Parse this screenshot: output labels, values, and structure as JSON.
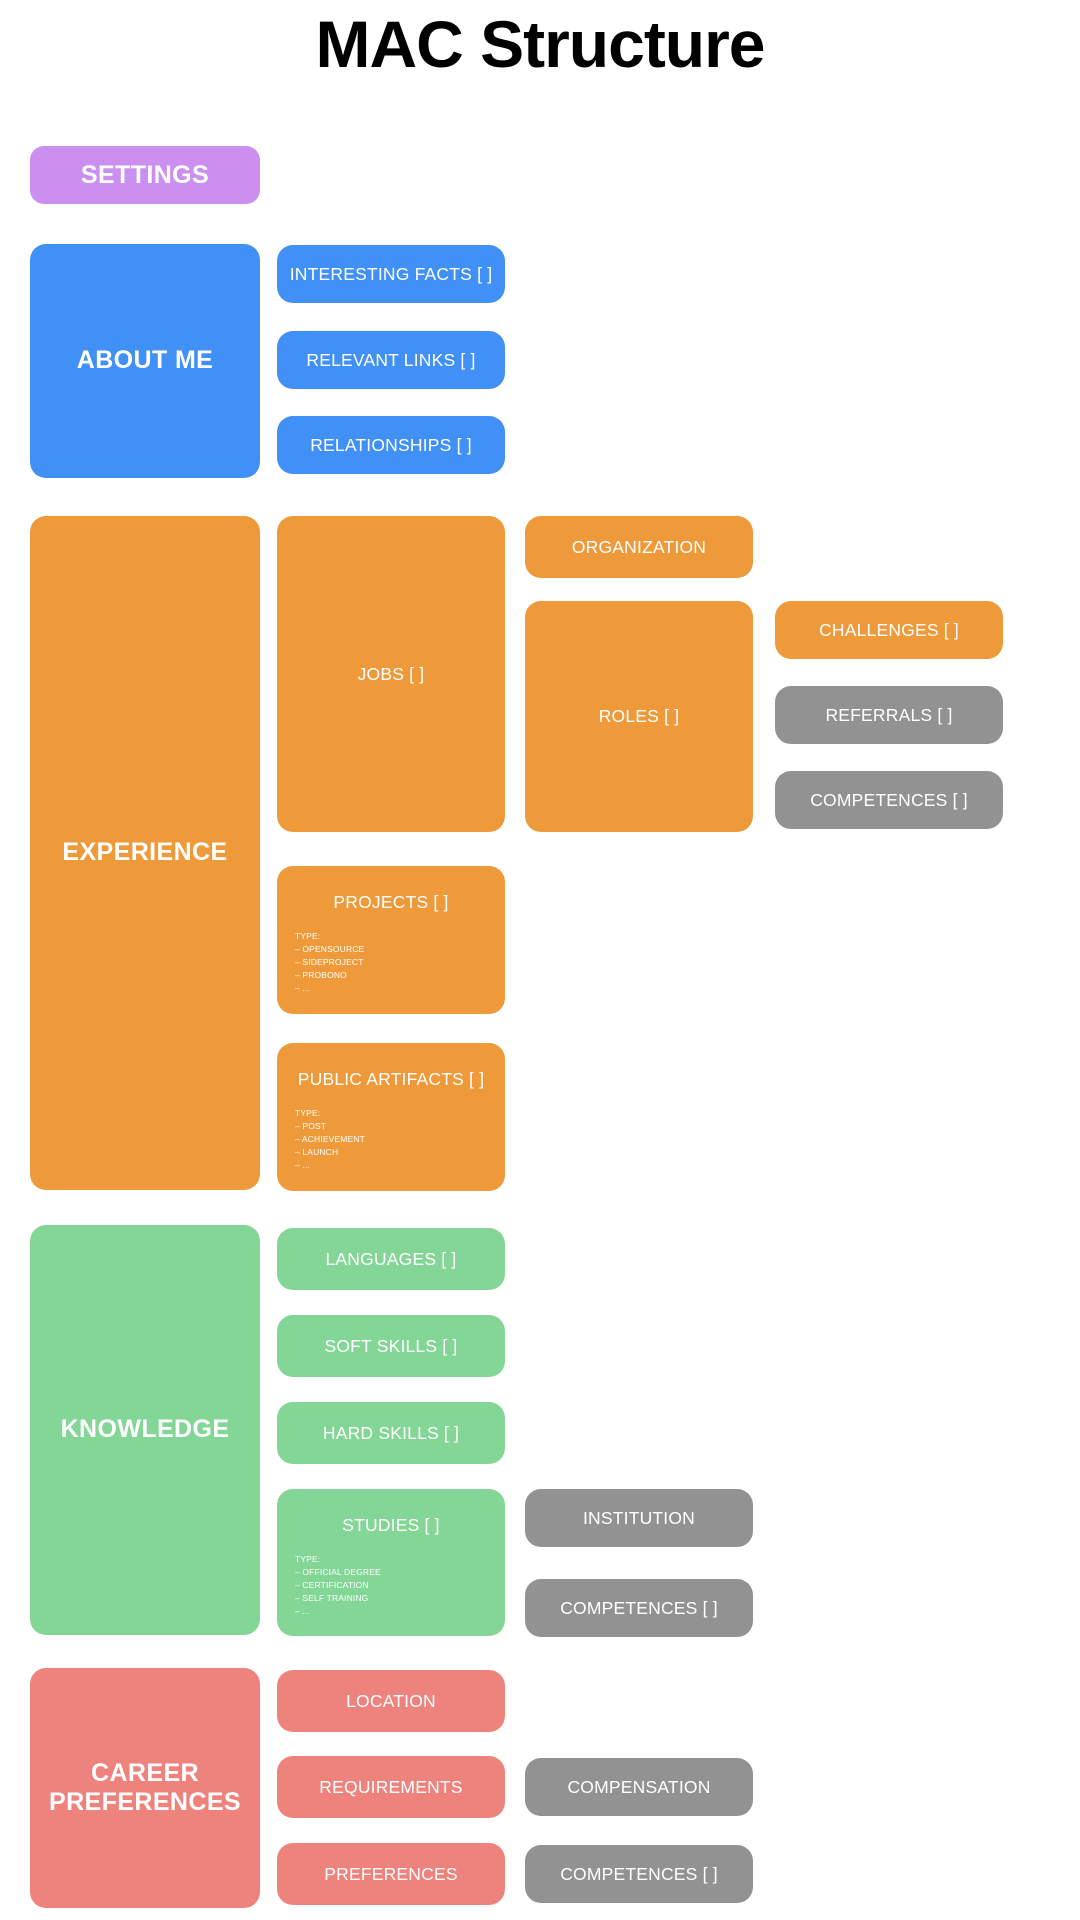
{
  "page": {
    "title": "MAC Structure",
    "background": "#ffffff"
  },
  "colors": {
    "purple": "#cb8ff0",
    "blue": "#4190f5",
    "orange": "#ee9a3a",
    "green": "#84d696",
    "red": "#ee837d",
    "gray": "#929292",
    "text_on_card": "#ffffff",
    "title_text": "#000000"
  },
  "settings": {
    "label": "SETTINGS"
  },
  "about_me": {
    "label": "ABOUT ME",
    "children": [
      {
        "label": "INTERESTING FACTS [ ]"
      },
      {
        "label": "RELEVANT LINKS [ ]"
      },
      {
        "label": "RELATIONSHIPS [ ]"
      }
    ]
  },
  "experience": {
    "label": "EXPERIENCE",
    "jobs": {
      "label": "JOBS [ ]"
    },
    "organization": {
      "label": "ORGANIZATION"
    },
    "roles": {
      "label": "ROLES [ ]"
    },
    "challenges": {
      "label": "CHALLENGES [ ]"
    },
    "referrals": {
      "label": "REFERRALS [ ]"
    },
    "competences": {
      "label": "COMPETENCES [ ]"
    },
    "projects": {
      "label": "PROJECTS [ ]",
      "type_heading": "TYPE:",
      "types": [
        "–  OPENSOURCE",
        "–  SIDEPROJECT",
        "–  PROBONO",
        "–  ..."
      ]
    },
    "public_artifacts": {
      "label": "PUBLIC ARTIFACTS [ ]",
      "type_heading": "TYPE:",
      "types": [
        "–  POST",
        "–  ACHIEVEMENT",
        "–  LAUNCH",
        "–  ..."
      ]
    }
  },
  "knowledge": {
    "label": "KNOWLEDGE",
    "languages": {
      "label": "LANGUAGES [ ]"
    },
    "soft_skills": {
      "label": "SOFT SKILLS [ ]"
    },
    "hard_skills": {
      "label": "HARD SKILLS [ ]"
    },
    "studies": {
      "label": "STUDIES [ ]",
      "type_heading": "TYPE:",
      "types": [
        "–  OFFICIAL DEGREE",
        "–  CERTIFICATION",
        "–  SELF TRAINING",
        "–  ..."
      ]
    },
    "institution": {
      "label": "INSTITUTION"
    },
    "competences": {
      "label": "COMPETENCES [ ]"
    }
  },
  "career_preferences": {
    "label": "CAREER\nPREFERENCES",
    "label_line1": "CAREER",
    "label_line2": "PREFERENCES",
    "location": {
      "label": "LOCATION"
    },
    "requirements": {
      "label": "REQUIREMENTS"
    },
    "preferences": {
      "label": "PREFERENCES"
    },
    "compensation": {
      "label": "COMPENSATION"
    },
    "competences": {
      "label": "COMPETENCES [ ]"
    }
  }
}
